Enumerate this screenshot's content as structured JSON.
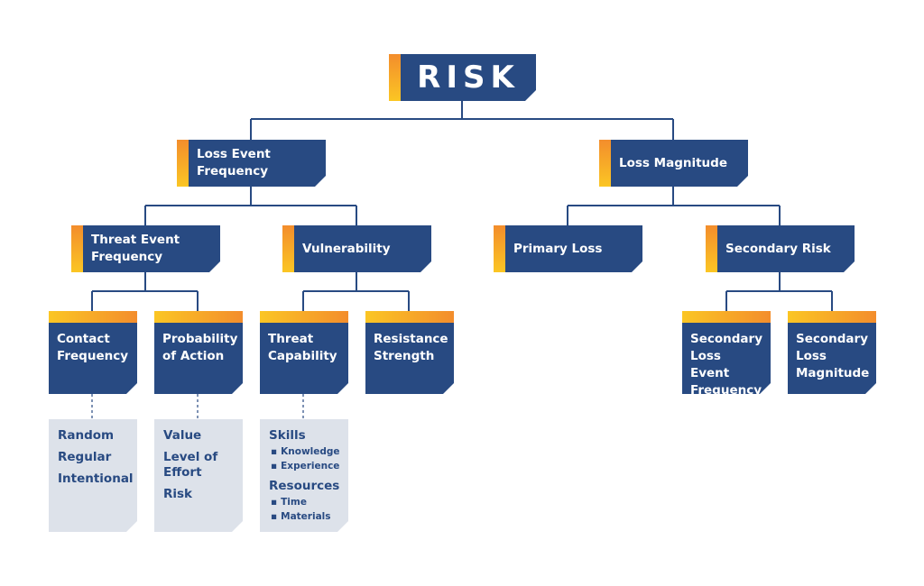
{
  "root": {
    "label": "RISK"
  },
  "level1": [
    {
      "label": "Loss Event Frequency"
    },
    {
      "label": "Loss Magnitude"
    }
  ],
  "level2": [
    {
      "label": "Threat Event Frequency"
    },
    {
      "label": "Vulnerability"
    },
    {
      "label": "Primary Loss"
    },
    {
      "label": "Secondary Risk"
    }
  ],
  "level3": [
    {
      "label": "Contact Frequency"
    },
    {
      "label": "Probability of Action"
    },
    {
      "label": "Threat Capability"
    },
    {
      "label": "Resistance Strength"
    },
    {
      "label": "Secondary Loss Event Frequency"
    },
    {
      "label": "Secondary Loss Magnitude"
    }
  ],
  "details": {
    "contact_frequency": [
      "Random",
      "Regular",
      "Intentional"
    ],
    "probability_of_action": [
      "Value",
      "Level of Effort",
      "Risk"
    ],
    "threat_capability": [
      {
        "title": "Skills",
        "items": [
          "Knowledge",
          "Experience"
        ]
      },
      {
        "title": "Resources",
        "items": [
          "Time",
          "Materials"
        ]
      }
    ]
  },
  "colors": {
    "box": "#284a82",
    "line": "#284a82",
    "accent_orange": "#f38d2c",
    "accent_yellow": "#fbc624",
    "detail_bg": "#dde2ea"
  }
}
